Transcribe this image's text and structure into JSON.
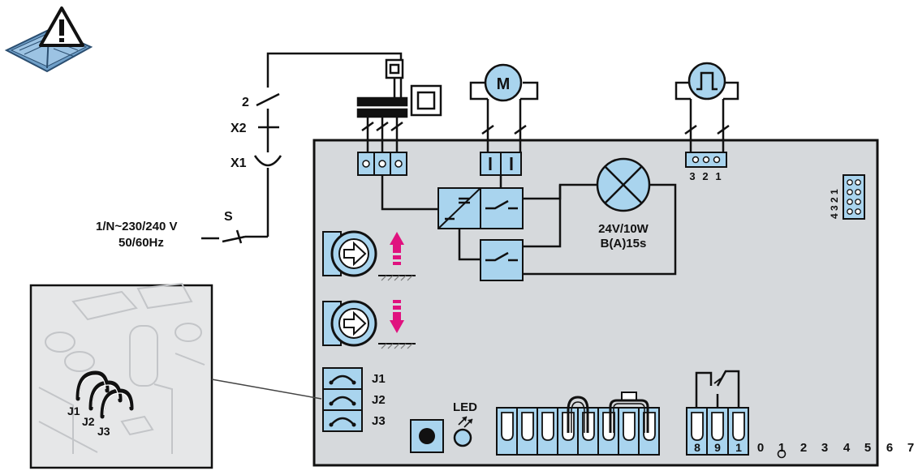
{
  "colors": {
    "board_fill": "#d6d9dc",
    "component_fill": "#a9d4ee",
    "line": "#111111",
    "accent_arrow": "#e0127f",
    "manual_blue": "#6f9fc8",
    "inset_fill": "#e6e7e8"
  },
  "icons": {
    "manual": "manual-warning-icon",
    "motor": "motor-icon",
    "encoder": "pulse-encoder-icon",
    "lamp": "lamp-icon",
    "limit_open": "limit-switch-open-icon",
    "limit_close": "limit-switch-close-icon",
    "button": "pushbutton-icon",
    "led": "led-icon"
  },
  "mains": {
    "label_line1": "1/N~230/240 V",
    "label_line2": "50/60Hz",
    "switch_label": "S",
    "contact_x1": "X1",
    "contact_x2": "X2",
    "contact_2": "2"
  },
  "motor": {
    "label": "M"
  },
  "lamp": {
    "label_line1": "24V/10W",
    "label_line2": "B(A)15s"
  },
  "encoder_connector": {
    "pins": [
      "3",
      "2",
      "1"
    ]
  },
  "dip_switch": {
    "label": "4 3 2 1"
  },
  "jumpers": {
    "j1": "J1",
    "j2": "J2",
    "j3": "J3"
  },
  "led": {
    "label": "LED"
  },
  "relay_terminal": {
    "pins": [
      "8",
      "9",
      "1"
    ]
  },
  "terminal_numbers": [
    "0",
    "1",
    "2",
    "3",
    "4",
    "5",
    "6",
    "7"
  ],
  "inset": {
    "j1": "J1",
    "j2": "J2",
    "j3": "J3"
  }
}
